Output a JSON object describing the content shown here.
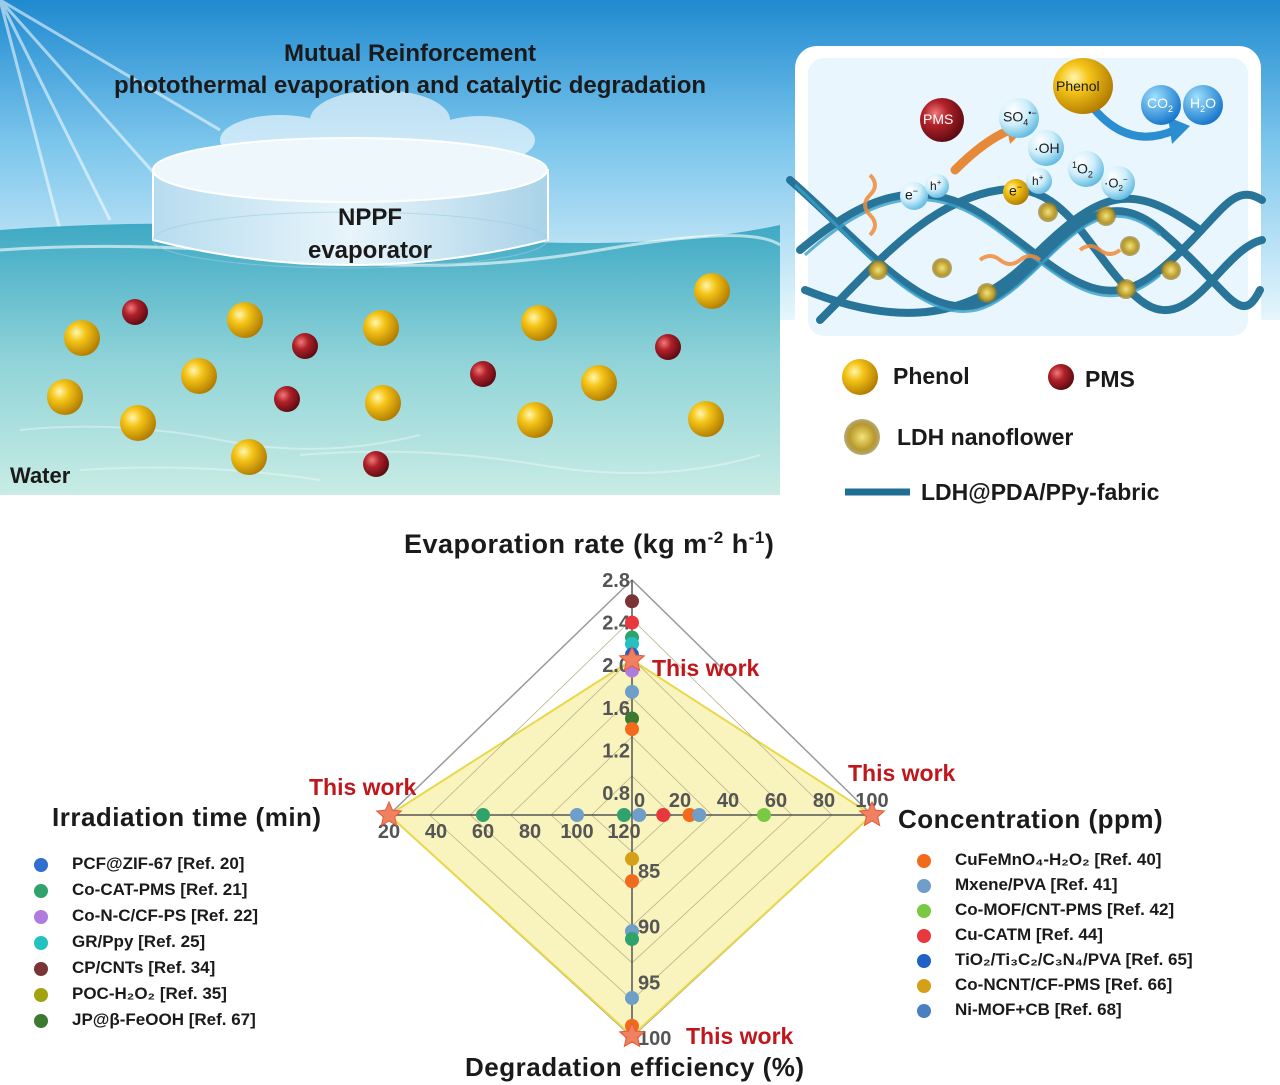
{
  "scene": {
    "title_line1": "Mutual Reinforcement",
    "title_line2": "photothermal evaporation and catalytic degradation",
    "evaporator_line1": "NPPF",
    "evaporator_line2": "evaporator",
    "water_label": "Water",
    "colors": {
      "sky": "#3aa0d8",
      "water": "#79c9d3",
      "phenol": "#f2b705",
      "pms": "#a51b22"
    }
  },
  "mechanism": {
    "pms_label": "PMS",
    "phenol_label": "Phenol",
    "so4_label": "SO",
    "so4_sub": "4",
    "so4_sup": "•−",
    "oh_label": "·OH",
    "o2_singlet_pre": "1",
    "o2_singlet": "O",
    "o2_singlet_sub": "2",
    "o2_radical": "·O",
    "o2_radical_sub": "2",
    "o2_radical_sup": "−",
    "co2_label": "CO",
    "co2_sub": "2",
    "h2o_label": "H",
    "h2o_sub": "2",
    "h2o_end": "O",
    "electron": "e",
    "electron_sup": "−",
    "hole": "h",
    "hole_sup": "+"
  },
  "legend_top": {
    "phenol": "Phenol",
    "pms": "PMS",
    "ldh": "LDH nanoflower",
    "fabric": "LDH@PDA/PPy-fabric"
  },
  "chart_data": {
    "type": "radar",
    "axes": {
      "top": {
        "title": "Evaporation rate",
        "unit_prefix": "(kg m",
        "unit_sup1": "-2",
        "unit_mid": " h",
        "unit_sup2": "-1",
        "unit_end": ")",
        "ticks": [
          "0.8",
          "1.2",
          "1.6",
          "2.0",
          "2.4",
          "2.8"
        ]
      },
      "right": {
        "title": "Concentration (ppm)",
        "ticks": [
          "20",
          "40",
          "60",
          "80",
          "100"
        ]
      },
      "bottom": {
        "title": "Degradation efficiency (%)",
        "ticks": [
          "85",
          "90",
          "95",
          "100"
        ]
      },
      "left": {
        "title": "Irradiation time (min)",
        "ticks": [
          "20",
          "40",
          "60",
          "80",
          "100",
          "120"
        ]
      },
      "center_tick": "0"
    },
    "this_work_label": "This work",
    "this_work": {
      "evaporation_rate": 2.05,
      "concentration_ppm": 100,
      "degradation_efficiency": 99.9,
      "irradiation_time_min": 20
    },
    "legend_left": [
      {
        "name": "PCF@ZIF-67",
        "ref": "[Ref. 20]",
        "color": "#2e6fd0"
      },
      {
        "name": "Co-CAT-PMS",
        "ref": "[Ref. 21]",
        "color": "#2fa36b"
      },
      {
        "name": "Co-N-C/CF-PS",
        "ref": "[Ref. 22]",
        "color": "#b07be0"
      },
      {
        "name": "GR/Ppy",
        "ref": "[Ref. 25]",
        "color": "#25c0c0"
      },
      {
        "name": "CP/CNTs",
        "ref": "[Ref. 34]",
        "color": "#7a3434"
      },
      {
        "name": "POC-H₂O₂",
        "ref": "[Ref. 35]",
        "color": "#a3a310"
      },
      {
        "name": "JP@β-FeOOH",
        "ref": "[Ref. 67]",
        "color": "#3c7a32"
      }
    ],
    "legend_right": [
      {
        "name": "CuFeMnO₄-H₂O₂",
        "ref": "[Ref. 40]",
        "color": "#f26b1d"
      },
      {
        "name": "Mxene/PVA",
        "ref": "[Ref. 41]",
        "color": "#6f9ec8"
      },
      {
        "name": "Co-MOF/CNT-PMS",
        "ref": "[Ref. 42]",
        "color": "#7ac943"
      },
      {
        "name": "Cu-CATM",
        "ref": "[Ref. 44]",
        "color": "#e8383d"
      },
      {
        "name": "TiO₂/Ti₃C₂/C₃N₄/PVA",
        "ref": "[Ref. 65]",
        "color": "#2060c8"
      },
      {
        "name": "Co-NCNT/CF-PMS",
        "ref": "[Ref. 66]",
        "color": "#d4a017"
      },
      {
        "name": "Ni-MOF+CB",
        "ref": "[Ref. 68]",
        "color": "#4a7fc0"
      }
    ],
    "points": [
      {
        "axis": "evaporation_rate",
        "value": 2.6,
        "color": "#7a3434"
      },
      {
        "axis": "evaporation_rate",
        "value": 2.4,
        "color": "#e8383d"
      },
      {
        "axis": "evaporation_rate",
        "value": 2.26,
        "color": "#2fa36b"
      },
      {
        "axis": "evaporation_rate",
        "value": 2.2,
        "color": "#25c0c0"
      },
      {
        "axis": "evaporation_rate",
        "value": 2.1,
        "color": "#2060c8"
      },
      {
        "axis": "evaporation_rate",
        "value": 1.95,
        "color": "#b07be0"
      },
      {
        "axis": "evaporation_rate",
        "value": 1.75,
        "color": "#6f9ec8"
      },
      {
        "axis": "evaporation_rate",
        "value": 1.5,
        "color": "#3c7a32"
      },
      {
        "axis": "evaporation_rate",
        "value": 1.4,
        "color": "#f26b1d"
      },
      {
        "axis": "concentration",
        "value": 3,
        "color": "#6f9ec8"
      },
      {
        "axis": "concentration",
        "value": 13,
        "color": "#e8383d"
      },
      {
        "axis": "concentration",
        "value": 24,
        "color": "#f26b1d"
      },
      {
        "axis": "concentration",
        "value": 28,
        "color": "#6f9ec8"
      },
      {
        "axis": "concentration",
        "value": 55,
        "color": "#7ac943"
      },
      {
        "axis": "irradiation_time",
        "value": 60,
        "color": "#2fa36b"
      },
      {
        "axis": "irradiation_time",
        "value": 100,
        "color": "#6f9ec8"
      },
      {
        "axis": "irradiation_time",
        "value": 120,
        "color": "#2fa36b"
      },
      {
        "axis": "degradation_efficiency",
        "value": 84,
        "color": "#d4a017"
      },
      {
        "axis": "degradation_efficiency",
        "value": 86,
        "color": "#f26b1d"
      },
      {
        "axis": "degradation_efficiency",
        "value": 90.5,
        "color": "#6f9ec8"
      },
      {
        "axis": "degradation_efficiency",
        "value": 91.2,
        "color": "#2fa36b"
      },
      {
        "axis": "degradation_efficiency",
        "value": 96.5,
        "color": "#6f9ec8"
      },
      {
        "axis": "degradation_efficiency",
        "value": 99.0,
        "color": "#f26b1d"
      },
      {
        "axis": "degradation_efficiency",
        "value": 99.9,
        "color": "#e8383d"
      }
    ],
    "fill_color": "#f7f0a8"
  }
}
